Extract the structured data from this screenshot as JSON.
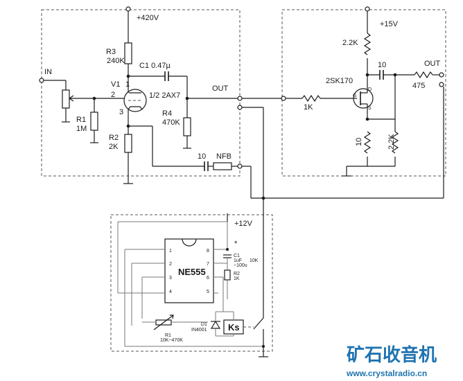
{
  "tube_stage": {
    "supply": "+420V",
    "input": "IN",
    "output": "OUT",
    "r3": "R3",
    "r3_val": "240K",
    "c1": "C1 0.47µ",
    "v1": "V1",
    "tube": "1/2 2AX7",
    "pin1": "1",
    "pin2": "2",
    "pin3": "3",
    "r1": "R1",
    "r1_val": "1M",
    "r2": "R2",
    "r2_val": "2K",
    "r4": "R4",
    "r4_val": "470K",
    "fb_cap": "10",
    "nfb": "NFB"
  },
  "fet_stage": {
    "supply": "+15V",
    "r_drain": "2.2K",
    "fet": "2SK170",
    "gate_res": "1K",
    "g": "G",
    "d": "D",
    "s": "S",
    "cap": "10",
    "out_res": "475",
    "output": "OUT",
    "src_cap": "10",
    "src_res": "2.2K"
  },
  "timer": {
    "supply": "+12V",
    "ic": "NE555",
    "pins": [
      "1",
      "2",
      "3",
      "4",
      "8",
      "7",
      "6",
      "5"
    ],
    "star": "*",
    "c1": "C1",
    "c1_val": "1uF",
    "c1_range": "~100u",
    "pot": "10K",
    "r2": "R2",
    "r2_val": "1K",
    "r1": "R1",
    "r1_val": "10K~470K",
    "d1": "D1",
    "d1_part": "IN4001",
    "relay": "Ks"
  },
  "watermark": {
    "title": "矿石收音机",
    "url": "www.crystalradio.cn"
  }
}
